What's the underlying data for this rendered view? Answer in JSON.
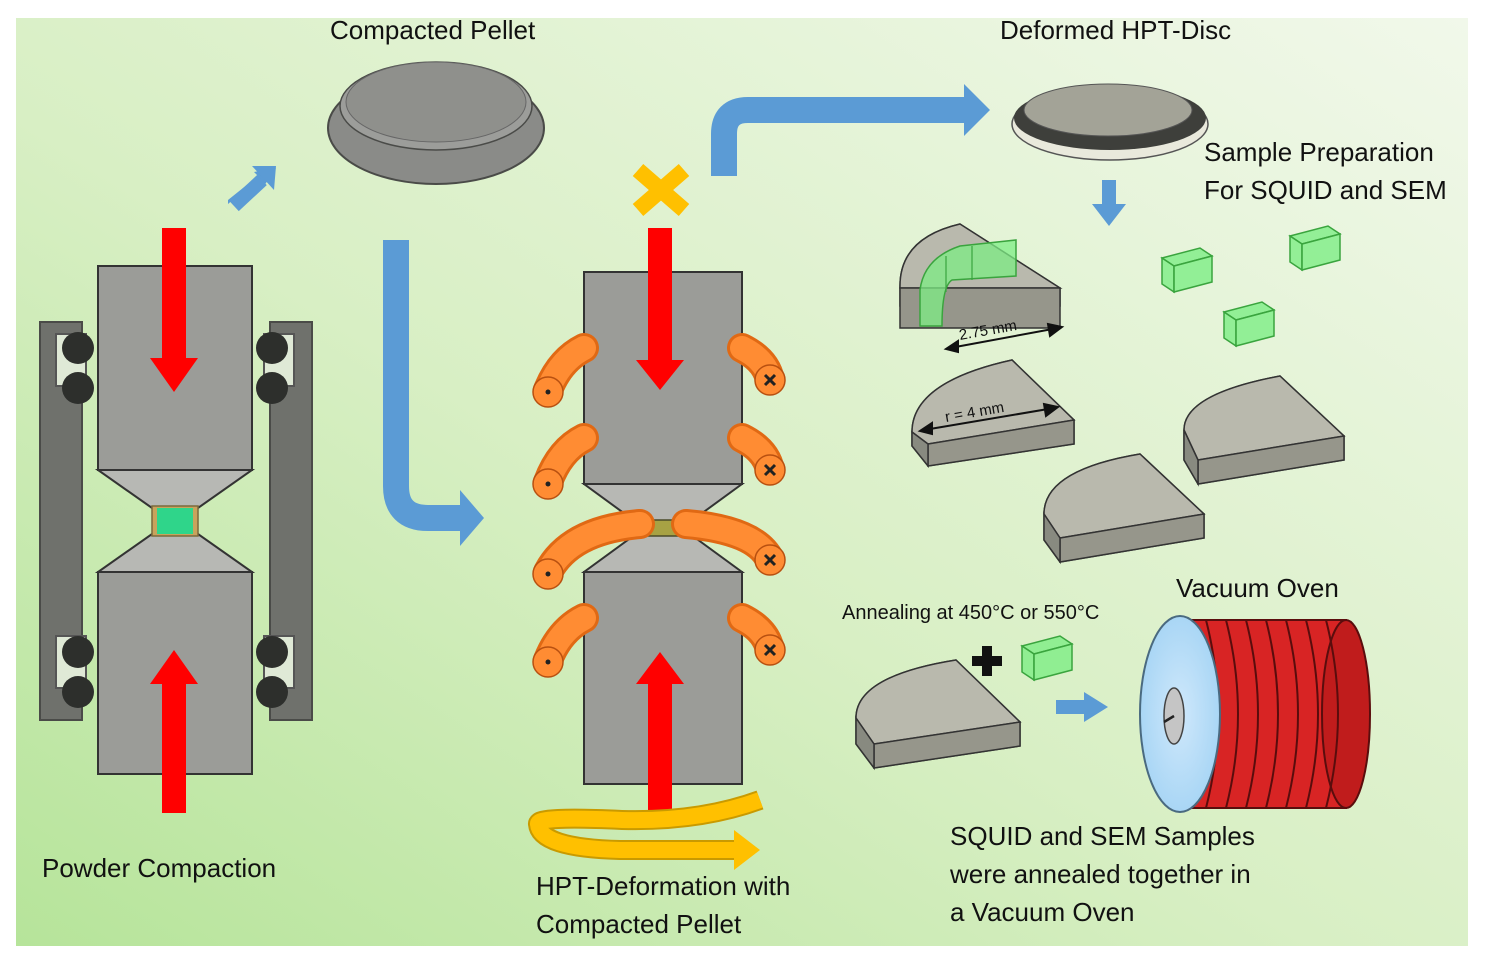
{
  "labels": {
    "compacted_pellet": "Compacted Pellet",
    "deformed_disc": "Deformed HPT-Disc",
    "sample_prep_line1": "Sample Preparation",
    "sample_prep_line2": "For SQUID and SEM",
    "powder_compaction": "Powder Compaction",
    "hpt_line1": "HPT-Deformation with",
    "hpt_line2": "Compacted Pellet",
    "vacuum_oven": "Vacuum Oven",
    "annealing": "Annealing at 450°C or 550°C",
    "annealed_line1": "SQUID and SEM Samples",
    "annealed_line2": "were annealed together in",
    "annealed_line3": "a Vacuum Oven"
  },
  "dimensions": {
    "width_label": "2.75 mm",
    "radius_label": "r = 4 mm"
  },
  "colors": {
    "background_light": "#eaf5dc",
    "background_green": "#b6e49a",
    "anvil_gray": "#9b9c98",
    "press_force_red": "#ff0000",
    "flow_arrow_blue": "#5b9bd5",
    "coil_orange": "#ff7f27",
    "rotation_yellow": "#ffc000",
    "specimen_green": "#7dee84",
    "oven_red": "#d82424"
  },
  "icons": [
    "press-force-arrow",
    "flow-arrow",
    "induction-coil",
    "rotation-arrow",
    "cross-mark-icon",
    "plus-icon"
  ]
}
